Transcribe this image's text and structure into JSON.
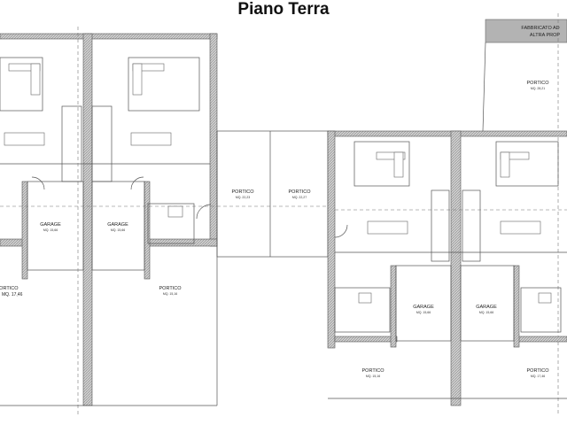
{
  "title": "Piano Terra",
  "labels": {
    "garage": "GARAGE",
    "garage_area": "MQ. 15,66",
    "portico": "PORTICO",
    "portico_center_left_area": "MQ. 22,23",
    "portico_center_right_area": "MQ. 22,27",
    "portico_left_bottom_area": "MQ. 17,46",
    "portico_left_mid_area": "MQ. 15,16",
    "portico_right_bottom_left_area": "MQ. 15,16",
    "portico_right_bottom_right_area": "MQ. 17,46",
    "portico_top_right_area": "MQ. 28,21",
    "neighbor_line1": "FABBRICATO AD",
    "neighbor_line2": "ALTRA PROP",
    "neighbor_color": "#b3b3b3"
  }
}
